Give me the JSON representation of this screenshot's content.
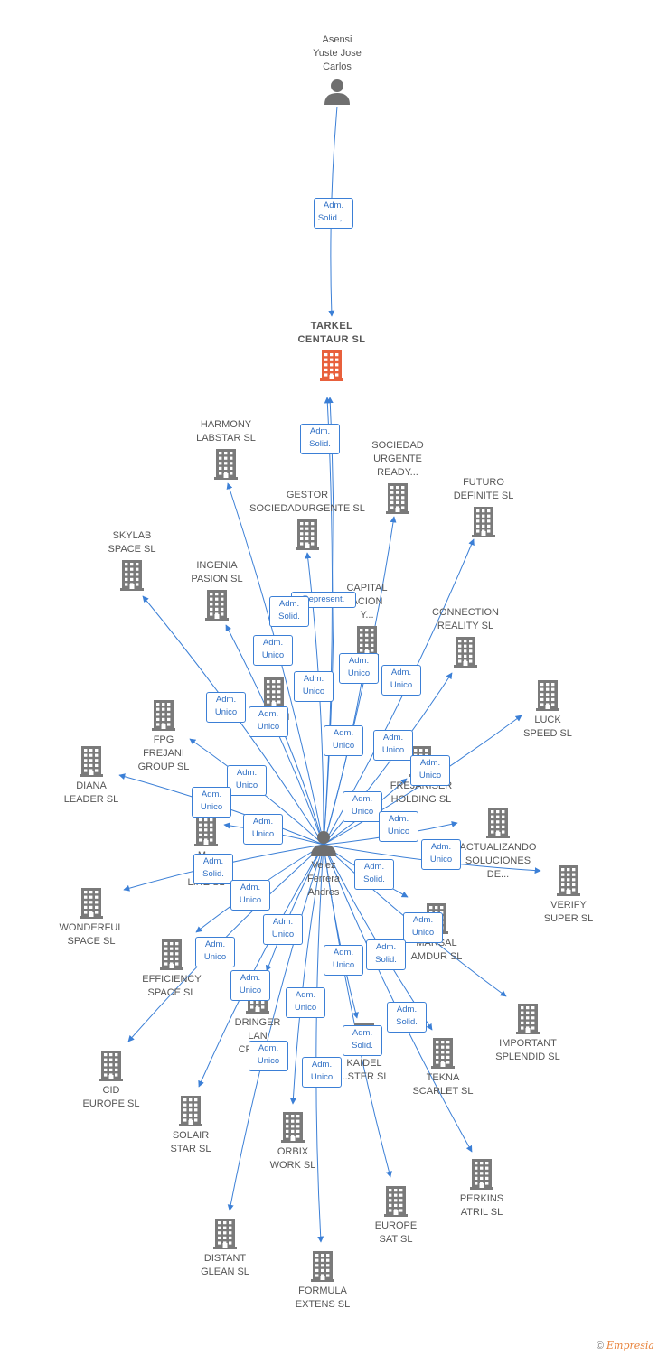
{
  "colors": {
    "edge": "#3b7fd6",
    "building": "#7a7a7a",
    "main_building": "#e8603c",
    "person": "#6f6f6f"
  },
  "nodes": [
    {
      "id": "asensi",
      "type": "person",
      "label": "Asensi\nYuste Jose\nCarlos"
    },
    {
      "id": "tarkel",
      "type": "main",
      "label": "TARKEL\nCENTAUR  SL"
    },
    {
      "id": "velez",
      "type": "person",
      "label": "Velez\nFerrera\nAndres"
    },
    {
      "id": "harmony",
      "type": "company",
      "label": "HARMONY\nLABSTAR SL"
    },
    {
      "id": "sociedad",
      "type": "company",
      "label": "SOCIEDAD\nURGENTE\nREADY..."
    },
    {
      "id": "futuro",
      "type": "company",
      "label": "FUTURO\nDEFINITE  SL"
    },
    {
      "id": "gestor",
      "type": "company",
      "label": "GESTOR\nSOCIEDADURGENTE SL"
    },
    {
      "id": "skylab",
      "type": "company",
      "label": "SKYLAB\nSPACE  SL"
    },
    {
      "id": "ingenia",
      "type": "company",
      "label": "INGENIA\nPASION  SL"
    },
    {
      "id": "capital",
      "type": "company",
      "label": "CAPITAL\nACION\nY..."
    },
    {
      "id": "connection",
      "type": "company",
      "label": "CONNECTION\nREALITY  SL"
    },
    {
      "id": "mon",
      "type": "company",
      "label": "M...ON\nSL"
    },
    {
      "id": "luck",
      "type": "company",
      "label": "LUCK\nSPEED  SL"
    },
    {
      "id": "fpg",
      "type": "company",
      "label": "FPG\nFREJANI\nGROUP  SL"
    },
    {
      "id": "diana",
      "type": "company",
      "label": "DIANA\nLEADER  SL"
    },
    {
      "id": "frejaniser",
      "type": "company",
      "label": "FREJANISER\nHOLDING  SL"
    },
    {
      "id": "mdline",
      "type": "company",
      "label": "M...\nD...\nLINE SL"
    },
    {
      "id": "actualizando",
      "type": "company",
      "label": "ACTUALIZANDO\nSOLUCIONES\nDE..."
    },
    {
      "id": "verify",
      "type": "company",
      "label": "VERIFY\nSUPER  SL"
    },
    {
      "id": "wonderful",
      "type": "company",
      "label": "WONDERFUL\nSPACE  SL"
    },
    {
      "id": "marsal",
      "type": "company",
      "label": "MARSAL\nAMDUR  SL"
    },
    {
      "id": "efficiency",
      "type": "company",
      "label": "EFFICIENCY\nSPACE  SL"
    },
    {
      "id": "important",
      "type": "company",
      "label": "IMPORTANT\nSPLENDID  SL"
    },
    {
      "id": "dringer",
      "type": "company",
      "label": "DRINGER\nLAN\nCRIVE..."
    },
    {
      "id": "kaidel",
      "type": "company",
      "label": "KAIDEL\n...STER  SL"
    },
    {
      "id": "tekna",
      "type": "company",
      "label": "TEKNA\nSCARLET  SL"
    },
    {
      "id": "cid",
      "type": "company",
      "label": "CID\nEUROPE  SL"
    },
    {
      "id": "solair",
      "type": "company",
      "label": "SOLAIR\nSTAR  SL"
    },
    {
      "id": "orbix",
      "type": "company",
      "label": "ORBIX\nWORK  SL"
    },
    {
      "id": "europe",
      "type": "company",
      "label": "EUROPE\nSAT  SL"
    },
    {
      "id": "perkins",
      "type": "company",
      "label": "PERKINS\nATRIL  SL"
    },
    {
      "id": "distant",
      "type": "company",
      "label": "DISTANT\nGLEAN  SL"
    },
    {
      "id": "formula",
      "type": "company",
      "label": "FORMULA\nEXTENS  SL"
    }
  ],
  "roles": [
    "Adm.\nSolid.,...",
    "Adm.\nSolid.",
    "Represent.",
    "Adm.\nSolid.",
    "Adm.\nUnico",
    "Adm.\nUnico",
    "Adm.\nUnico",
    "Adm.\nUnico",
    "Adm.\nUnico",
    "Adm.\nUnico",
    "Adm.\nUnico",
    "Adm.\nUnico",
    "Adm.\nUnico",
    "Adm.\nUnico",
    "Adm.\nUnico",
    "Adm.\nUnico",
    "Adm.\nUnico",
    "Adm.\nUnico",
    "Adm.\nUnico",
    "Adm.\nSolid.",
    "Adm.\nUnico",
    "Adm.\nSolid.",
    "Adm.\nUnico",
    "Adm.\nUnico",
    "Adm.\nUnico",
    "Adm.\nSolid.",
    "Adm.\nUnico",
    "Adm.\nUnico",
    "Adm.\nSolid.",
    "Adm.\nUnico",
    "Adm.\nSolid.",
    "Adm.\nUnico",
    "Adm.\nUnico",
    "Adm.\nUnico"
  ],
  "footer": {
    "copyright": "©",
    "brand": "Empresia"
  }
}
